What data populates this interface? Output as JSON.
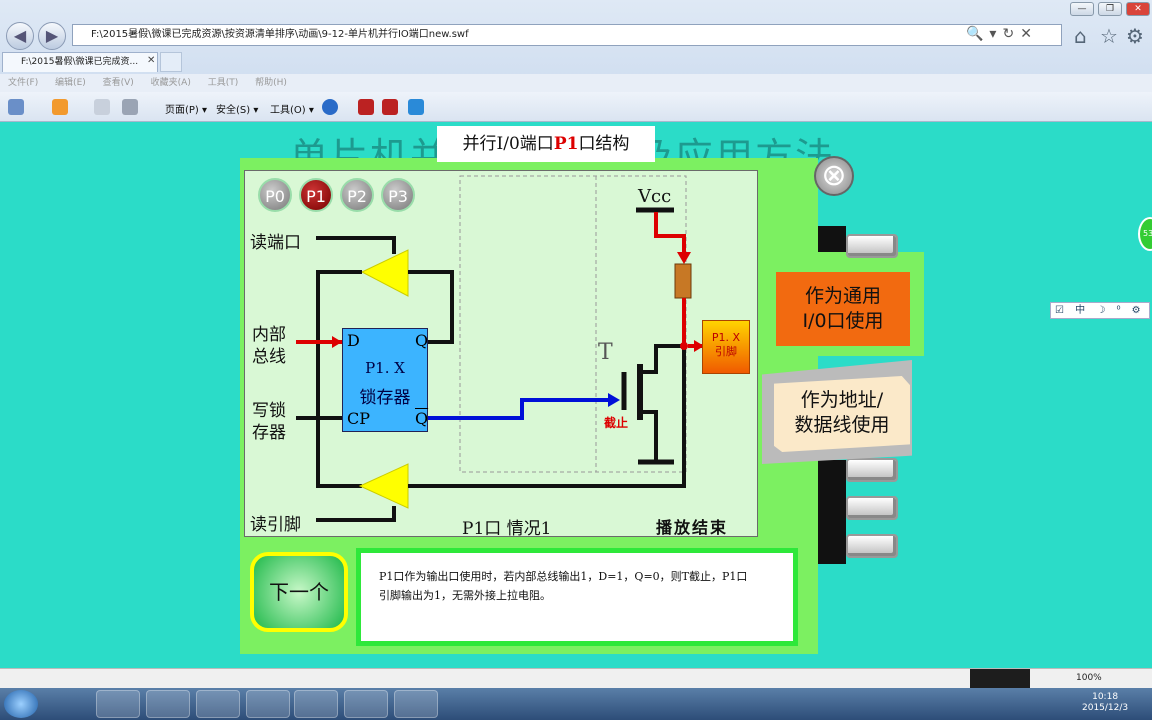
{
  "browser": {
    "address": "F:\\2015暑假\\微课已完成资源\\按资源清单排序\\动画\\9-12-单片机并行IO端口new.swf",
    "tab_title": "F:\\2015暑假\\微课已完成资...",
    "menu": "文件(F) 编辑(E) 查看(V) 收藏夹(A) 工具(T) 帮助(H)",
    "cmd_page": "页面(P) ▾",
    "cmd_safety": "安全(S) ▾",
    "cmd_tools": "工具(O) ▾"
  },
  "flash": {
    "bg_title": "单片机并行I/O端口及应用方法",
    "title_pre": "并行I/0端口",
    "title_red": "P1",
    "title_post": "口结构",
    "ports": [
      "P0",
      "P1",
      "P2",
      "P3"
    ],
    "read_port": "读端口",
    "internal_bus_1": "内部",
    "internal_bus_2": "总线",
    "write_latch_1": "写锁",
    "write_latch_2": "存器",
    "read_pin": "读引脚",
    "latch_d": "D",
    "latch_q": "Q",
    "latch_cp": "CP",
    "latch_qbar": "Q",
    "latch_name_1": "P1. X",
    "latch_name_2": "锁存器",
    "vcc": "Vcc",
    "transistor": "T",
    "cutoff": "截止",
    "pin_1": "P1. X",
    "pin_2": "引脚",
    "case": "P1口 情况1",
    "play_end": "播放结束",
    "btn_general_1": "作为通用",
    "btn_general_2": "I/0口使用",
    "btn_addr_1": "作为地址/",
    "btn_addr_2": "数据线使用",
    "next": "下一个",
    "desc_1": "P1口作为输出口使用时，若内部总线输出1，D=1，Q=0，则T截止，P1口",
    "desc_2": "引脚输出为1，无需外接上拉电阻。"
  },
  "statusbar": {
    "zoom": "100%"
  },
  "taskbar": {
    "time": "10:18",
    "date": "2015/12/3"
  }
}
